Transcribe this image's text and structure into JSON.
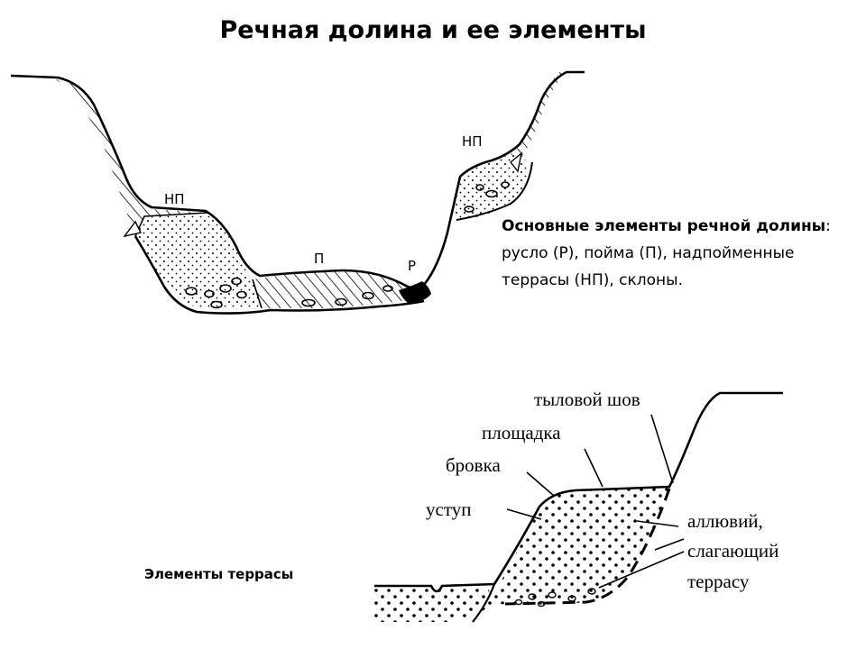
{
  "title": "Речная долина и ее элементы",
  "valley": {
    "label_np_left": "НП",
    "label_np_right": "НП",
    "label_p": "П",
    "label_r": "Р"
  },
  "description": {
    "bold": "Основные элементы речной долины",
    "colon": ":",
    "text": "русло (Р), пойма (П), надпойменные террасы (НП), склоны."
  },
  "terrace": {
    "title": "Элементы террасы",
    "labels": {
      "back_seam": "тыловой шов",
      "platform": "площадка",
      "edge": "бровка",
      "scarp": "уступ",
      "alluvium_line1": "аллювий,",
      "alluvium_line2": "слагающий",
      "alluvium_line3": "террасу"
    }
  }
}
